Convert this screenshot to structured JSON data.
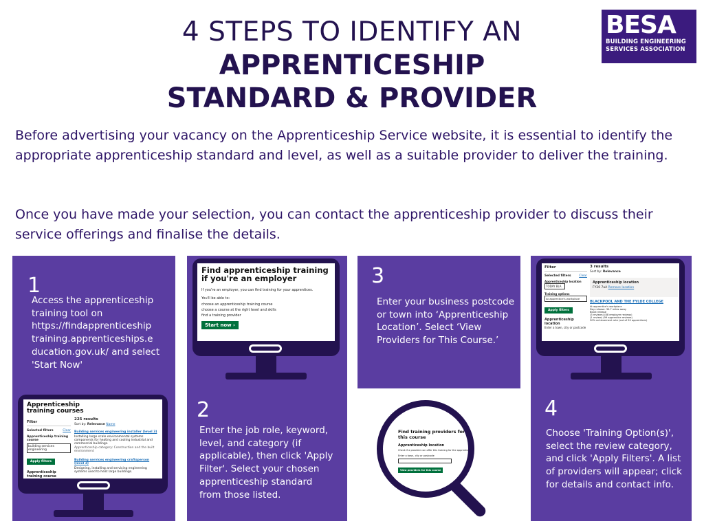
{
  "title": {
    "line1": "4 STEPS TO IDENTIFY AN",
    "line2": "APPRENTICESHIP",
    "line3": "STANDARD & PROVIDER"
  },
  "logo": {
    "word": "BESA",
    "line1": "BUILDING ENGINEERING",
    "line2": "SERVICES ASSOCIATION"
  },
  "intro": {
    "p1": "Before advertising your vacancy on the Apprenticeship Service website, it is essential to identify the appropriate apprenticeship standard and level, as well as a suitable provider to deliver the training.",
    "p2": "Once you have made your selection, you can contact the apprenticeship provider to discuss their service offerings and finalise the details."
  },
  "steps": [
    {
      "number": "1",
      "text": "Access the apprenticeship training tool on https://findapprenticeship training.apprenticeships.e ducation.gov.uk/ and select 'Start Now'"
    },
    {
      "number": "2",
      "text": "Enter the job role, keyword, level, and category (if applicable), then click 'Apply Filter'. Select your chosen apprenticeship standard from those listed."
    },
    {
      "number": "3",
      "text": "Enter your business postcode or town into ‘Apprenticeship Location’. Select ‘View Providers for This Course.’"
    },
    {
      "number": "4",
      "text": "Choose 'Training Option(s)', select the review category, and click 'Apply Filters'. A list of providers will appear; click for details and contact info."
    }
  ],
  "screen1": {
    "heading": "Find apprenticeship training if you're an employer",
    "intro": "If you're an employer, you can find training for your apprentices.",
    "able": "You'll be able to:",
    "bullets": [
      "choose an apprenticeship training course",
      "choose a course at the right level and skills",
      "find a training provider"
    ],
    "button": "Start now ›"
  },
  "screen2": {
    "heading": "Apprenticeship training courses",
    "filter": "Filter",
    "selected": "Selected filters",
    "clear": "Clear",
    "keyword_label": "Apprenticeship training course",
    "keyword_value": "building services engineering",
    "apply": "Apply filters",
    "training_label": "Apprenticeship training course",
    "results": "225 results",
    "sort": "Sort by:",
    "sort_value": "Relevance",
    "sort_alt": "Name",
    "result1": "Building services engineering installer (level 3)",
    "result1_desc": "Installing large scale environmental systems components for heating and cooling industrial and commercial buildings.",
    "result1_more": "Apprenticeship category: Construction and the built environment",
    "result2": "Building services engineering craftsperson (level 3)",
    "result2_desc": "Designing, installing and servicing engineering systems used to heat large buildings."
  },
  "screen3": {
    "heading": "Find training providers for this course",
    "location_label": "Apprenticeship location",
    "location_hint": "Check if a provider can offer this training for the apprentice's work location",
    "input_hint": "Enter a town, city or postcode",
    "button": "View providers for this course"
  },
  "screen4": {
    "filter": "Filter",
    "selected": "Selected filters",
    "clear": "Clear",
    "loc_label": "Apprenticeship location",
    "loc_value": "TODAY BLA",
    "training_options": "Training options",
    "training_value": "At apprentice's workplace",
    "apply": "Apply filters",
    "loc2": "Apprenticeship location",
    "loc2_hint": "Enter a town, city or postcode",
    "results": "3 results",
    "sort": "Sort by:",
    "sort_value": "Relevance",
    "loc_box_label": "Apprenticeship location",
    "loc_box_value": "FY20 7aA",
    "loc_box_link": "Remove location",
    "provider": "BLACKPOOL AND THE FYLDE COLLEGE",
    "line1": "At apprentice's workplace",
    "line2": "Day release: 30.7 miles away",
    "line3": "Block release",
    "line4": "(3 reviews) (88 employer reviews)",
    "line5": "(1 review) (99 apprentice reviews)",
    "line6": "30% achievement rate (out of 90 apprentices)"
  },
  "colors": {
    "panel": "#5a3da1",
    "dark": "#23124f",
    "text": "#2d1466"
  }
}
